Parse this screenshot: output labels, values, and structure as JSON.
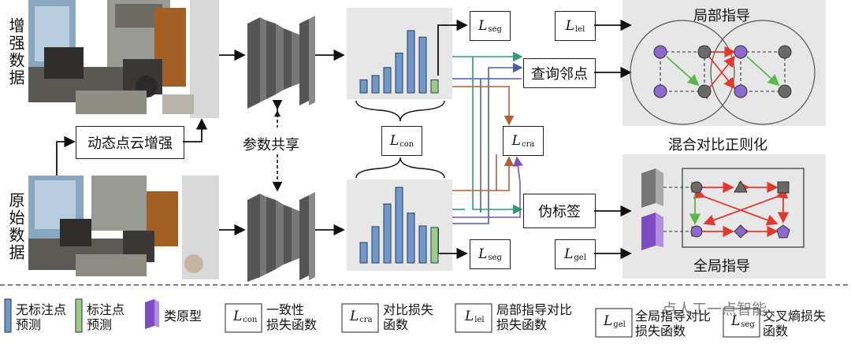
{
  "labels": {
    "augmented_data": "增强数据",
    "original_data": "原始数据",
    "dynamic_aug": "动态点云增强",
    "param_share": "参数共享",
    "query_neighbors": "查询邻点",
    "pseudo_label": "伪标签",
    "local_guide": "局部指导",
    "global_guide": "全局指导",
    "mixed_contrast": "混合对比正则化"
  },
  "loss": {
    "seg": {
      "base": "L",
      "sub": "seg"
    },
    "con": {
      "base": "L",
      "sub": "con"
    },
    "cra": {
      "base": "L",
      "sub": "cra"
    },
    "lel": {
      "base": "L",
      "sub": "lel"
    },
    "gel": {
      "base": "L",
      "sub": "gel"
    }
  },
  "legend": {
    "unlabeled": "无标注点\n预测",
    "labeled": "标注点\n预测",
    "prototype": "类原型",
    "con_desc": "一致性\n损失函数",
    "cra_desc": "对比损失\n函数",
    "lel_desc": "局部指导对比\n损失函数",
    "gel_desc": "全局指导对比\n损失函数",
    "seg_desc": "交叉熵损失\n函数"
  },
  "watermark": "点人工一点智能",
  "colors": {
    "bar_blue": "#6f97c9",
    "bar_green": "#9ccb8a",
    "prototype_purple": "#8a5cc4",
    "arrow_red": "#e03a2f",
    "arrow_green": "#58b84a",
    "node_purple": "#8e6ad0",
    "node_gray": "#6a6a6a"
  },
  "bars_top": [
    0.18,
    0.24,
    0.35,
    0.55,
    0.86,
    0.77,
    0.18
  ],
  "bars_bottom": [
    0.27,
    0.48,
    0.78,
    1.0,
    0.66,
    0.49,
    0.47
  ]
}
